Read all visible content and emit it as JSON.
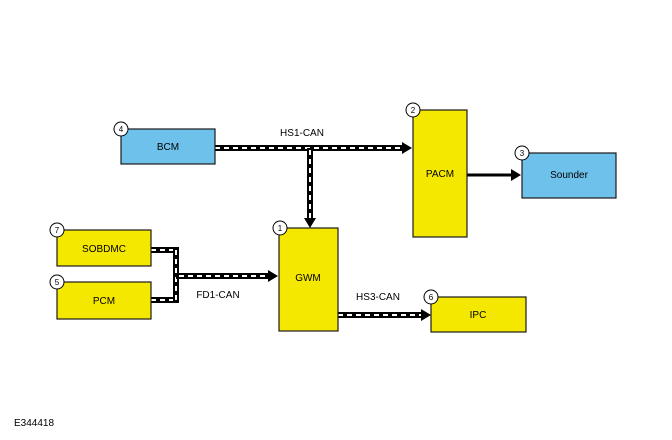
{
  "colors": {
    "yellow_module": "#f5e800",
    "blue_module": "#6ec1ea",
    "outline": "#1a1a1a",
    "bus": "#000000",
    "background": "#ffffff"
  },
  "modules": {
    "bcm": {
      "label": "BCM",
      "number": "4"
    },
    "pacm": {
      "label": "PACM",
      "number": "2"
    },
    "sounder": {
      "label": "Sounder",
      "number": "3"
    },
    "gwm": {
      "label": "GWM",
      "number": "1"
    },
    "sobdmc": {
      "label": "SOBDMC",
      "number": "7"
    },
    "pcm": {
      "label": "PCM",
      "number": "5"
    },
    "ipc": {
      "label": "IPC",
      "number": "6"
    }
  },
  "buses": {
    "hs1": "HS1-CAN",
    "fd1": "FD1-CAN",
    "hs3": "HS3-CAN"
  },
  "figure_id": "E344418"
}
